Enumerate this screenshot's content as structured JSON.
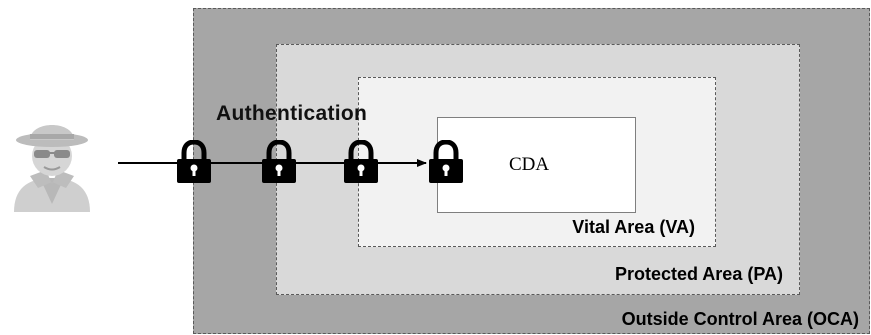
{
  "title": "Authentication",
  "zones": {
    "outside": "Outside Control Area (OCA)",
    "protected": "Protected Area (PA)",
    "vital": "Vital Area (VA)"
  },
  "asset": "CDA",
  "colors": {
    "oca_fill": "#a6a6a6",
    "pa_fill": "#d9d9d9",
    "va_fill": "#f2f2f2",
    "cda_fill": "#ffffff",
    "lock": "#000000",
    "attacker": "#d0d0d0"
  },
  "icons": {
    "attacker": "hacker-icon",
    "lock": "padlock-icon"
  },
  "lock_count": 4
}
